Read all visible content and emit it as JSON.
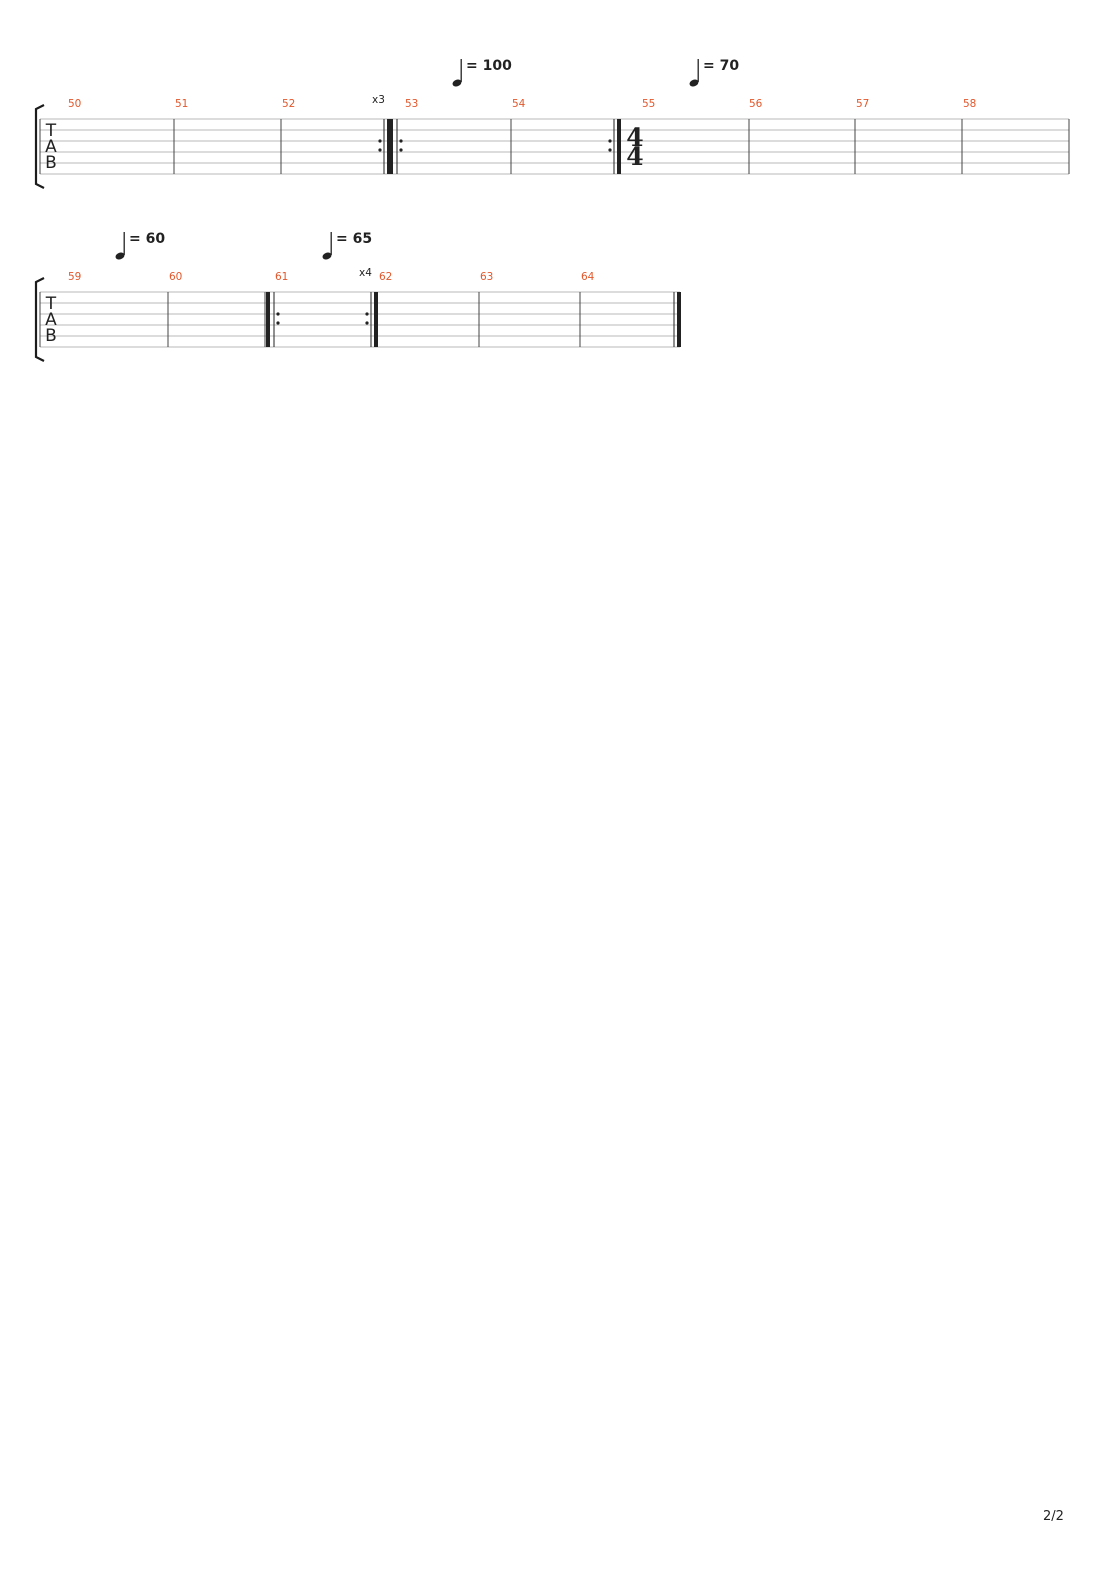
{
  "colors": {
    "measure_number": "#e2572b",
    "staff_line": "#b8b8b8",
    "barline": "#444444",
    "ink": "#222222",
    "bracket": "#1c1c1c"
  },
  "note_icon": "quarter-note-icon",
  "tab_clef": [
    "T",
    "A",
    "B"
  ],
  "systems": [
    {
      "measures": [
        "50",
        "51",
        "52",
        "53",
        "54",
        "55",
        "56",
        "57",
        "58"
      ],
      "tempos": [
        {
          "label": "= 100",
          "before_measure": "53"
        },
        {
          "label": "= 70",
          "before_measure": "55"
        }
      ],
      "repeat_counts": [
        {
          "label": "x3",
          "after_measure": "52"
        }
      ],
      "time_signature": {
        "numerator": "4",
        "denominator": "4",
        "at_measure": "55"
      }
    },
    {
      "measures": [
        "59",
        "60",
        "61",
        "62",
        "63",
        "64"
      ],
      "tempos": [
        {
          "label": "= 60",
          "before_measure": "59"
        },
        {
          "label": "= 65",
          "before_measure": "61"
        }
      ],
      "repeat_counts": [
        {
          "label": "x4",
          "after_measure": "61"
        }
      ]
    }
  ],
  "page_number": "2/2"
}
